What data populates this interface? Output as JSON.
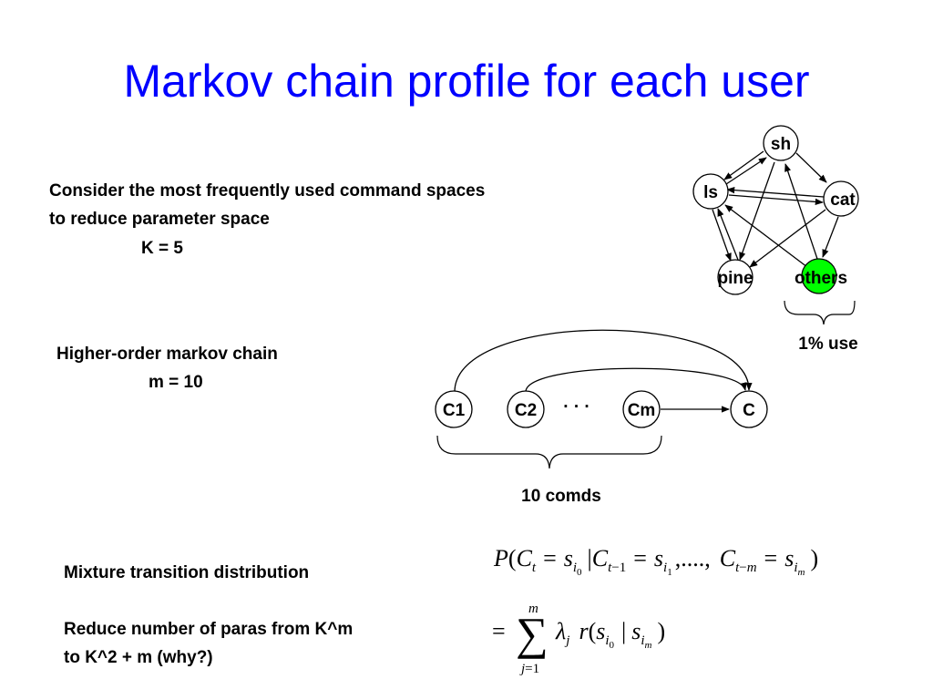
{
  "slide": {
    "title": "Markov chain profile for each user",
    "text": {
      "command_spaces_line1": "Consider the most frequently used command spaces",
      "command_spaces_line2": "to reduce parameter space",
      "k_value": "K = 5",
      "higher_order_line1": "Higher-order markov chain",
      "m_value": "m = 10",
      "mixture_label": "Mixture transition distribution",
      "reduce_line1": "Reduce number of paras from K^m",
      "reduce_line2": "to K^2 + m (why?)"
    },
    "state_diagram": {
      "nodes": [
        {
          "id": "sh",
          "label": "sh",
          "fill": "#ffffff"
        },
        {
          "id": "ls",
          "label": "ls",
          "fill": "#ffffff"
        },
        {
          "id": "cat",
          "label": "cat",
          "fill": "#ffffff"
        },
        {
          "id": "pine",
          "label": "pine",
          "fill": "#ffffff"
        },
        {
          "id": "others",
          "label": "others",
          "fill": "#00ff00"
        }
      ],
      "brace_label": "1% use"
    },
    "chain_diagram": {
      "nodes": [
        "C1",
        "C2",
        "Cm",
        "C"
      ],
      "ellipsis": "· · ·",
      "brace_label": "10 comds"
    },
    "colors": {
      "title": "#0000ff",
      "highlight_node": "#00ff00"
    }
  }
}
